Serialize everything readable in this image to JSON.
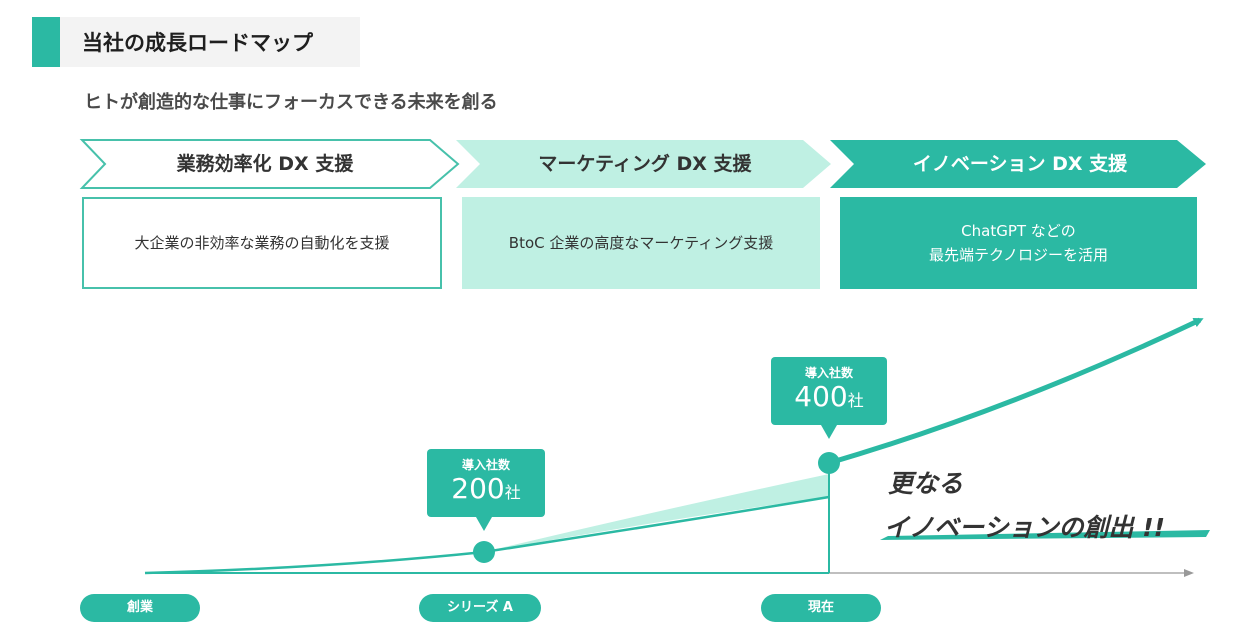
{
  "header": {
    "title": "当社の成長ロードマップ",
    "subtitle": "ヒトが創造的な仕事にフォーカスできる未来を創る"
  },
  "stages": [
    {
      "label": "業務効率化 DX 支援",
      "description": [
        "大企業の非効率な業務の自動化を支援"
      ]
    },
    {
      "label": "マーケティング DX 支援",
      "description": [
        "BtoC 企業の高度なマーケティング支援"
      ]
    },
    {
      "label": "イノベーション DX 支援",
      "description": [
        "ChatGPT などの",
        "最先端テクノロジーを活用"
      ]
    }
  ],
  "milestones": [
    {
      "stage": "創業"
    },
    {
      "stage": "シリーズ A",
      "callout_label": "導入社数",
      "value": "200",
      "unit": "社"
    },
    {
      "stage": "現在",
      "callout_label": "導入社数",
      "value": "400",
      "unit": "社"
    }
  ],
  "slogan": [
    "更なる",
    "イノベーションの創出 !!"
  ],
  "colors": {
    "accent": "#2bb9a3",
    "light": "#bff0e3",
    "title_bg": "#f3f3f3"
  }
}
